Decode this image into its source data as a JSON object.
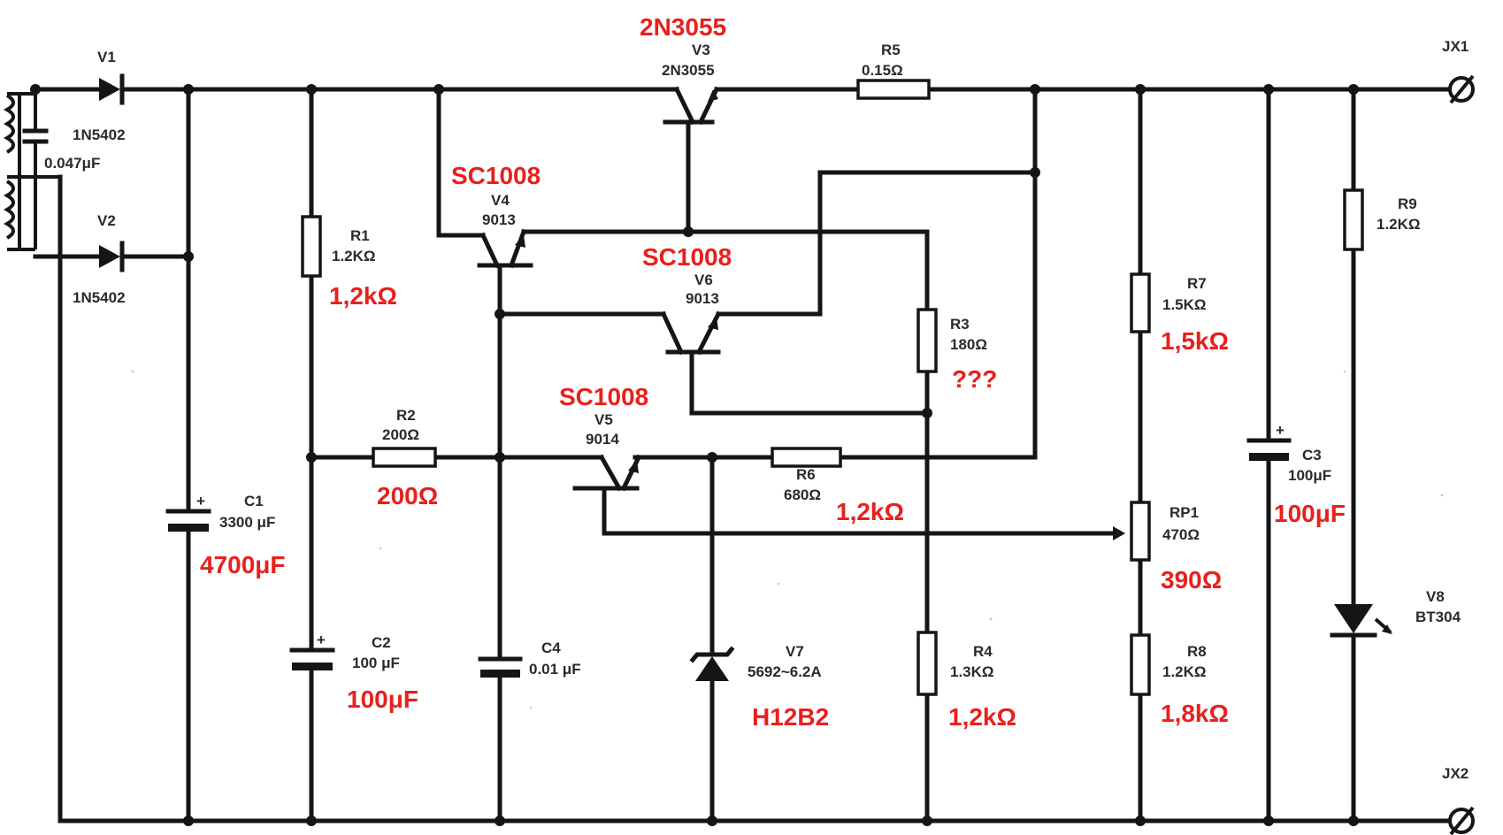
{
  "terminals": {
    "jx1": "JX1",
    "jx2": "JX2"
  },
  "components": {
    "v1": {
      "name": "V1",
      "part": "1N5402"
    },
    "v2": {
      "name": "V2",
      "part": "1N5402"
    },
    "cin": {
      "value": "0.047μF"
    },
    "v3": {
      "name": "V3",
      "part": "2N3055",
      "annotation": "2N3055"
    },
    "v4": {
      "name": "V4",
      "part": "9013",
      "annotation": "SC1008"
    },
    "v6": {
      "name": "V6",
      "part": "9013",
      "annotation": "SC1008"
    },
    "v5": {
      "name": "V5",
      "part": "9014",
      "annotation": "SC1008"
    },
    "r5": {
      "name": "R5",
      "value": "0.15Ω"
    },
    "r1": {
      "name": "R1",
      "value": "1.2KΩ",
      "annotation": "1,2kΩ"
    },
    "r2": {
      "name": "R2",
      "value": "200Ω",
      "annotation": "200Ω"
    },
    "r3": {
      "name": "R3",
      "value": "180Ω",
      "annotation": "???"
    },
    "r6": {
      "name": "R6",
      "value": "680Ω",
      "annotation": "1,2kΩ"
    },
    "r4": {
      "name": "R4",
      "value": "1.3KΩ",
      "annotation": "1,2kΩ"
    },
    "r7": {
      "name": "R7",
      "value": "1.5KΩ",
      "annotation": "1,5kΩ"
    },
    "rp1": {
      "name": "RP1",
      "value": "470Ω",
      "annotation": "390Ω"
    },
    "r8": {
      "name": "R8",
      "value": "1.2KΩ",
      "annotation": "1,8kΩ"
    },
    "r9": {
      "name": "R9",
      "value": "1.2KΩ"
    },
    "c1": {
      "name": "C1",
      "value": "3300 μF",
      "annotation": "4700μF"
    },
    "c2": {
      "name": "C2",
      "value": "100 μF",
      "annotation": "100μF"
    },
    "c4": {
      "name": "C4",
      "value": "0.01 μF"
    },
    "c3": {
      "name": "C3",
      "value": "100μF",
      "annotation": "100μF"
    },
    "v7": {
      "name": "V7",
      "part": "5692~6.2A",
      "annotation": "H12B2"
    },
    "v8": {
      "name": "V8",
      "part": "BT304"
    }
  }
}
